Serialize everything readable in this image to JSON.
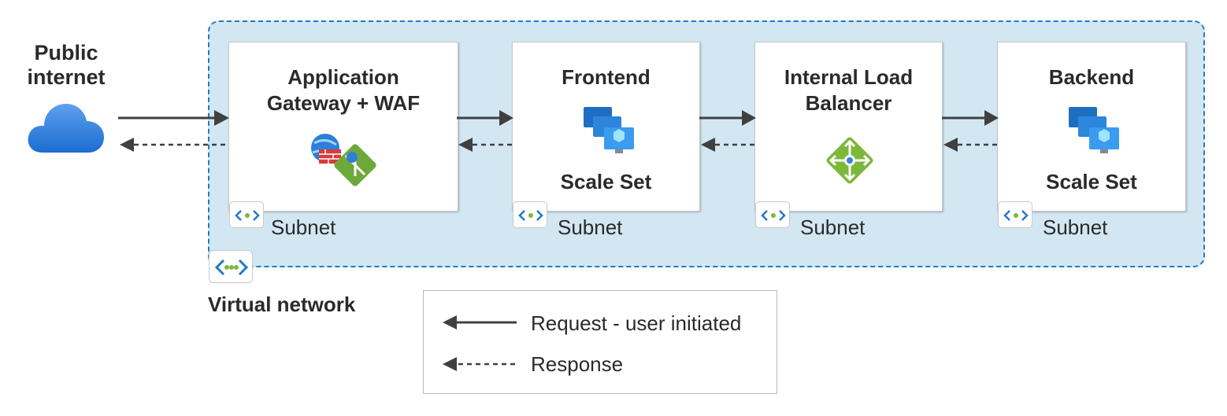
{
  "public": {
    "label": "Public\ninternet",
    "icon": "cloud-icon"
  },
  "vnet": {
    "label": "Virtual network",
    "icon": "virtual-network-icon",
    "fill": "#d3e7f3",
    "border": "#1f7ac8"
  },
  "nodes": [
    {
      "title": "Application\nGateway + WAF",
      "sub": "",
      "subnet": "Subnet",
      "icon": "application-gateway-waf-icon"
    },
    {
      "title": "Frontend",
      "sub": "Scale Set",
      "subnet": "Subnet",
      "icon": "vm-scale-set-icon"
    },
    {
      "title": "Internal Load\nBalancer",
      "sub": "",
      "subnet": "Subnet",
      "icon": "load-balancer-icon"
    },
    {
      "title": "Backend",
      "sub": "Scale Set",
      "subnet": "Subnet",
      "icon": "vm-scale-set-icon"
    }
  ],
  "legend": {
    "request": "Request - user initiated",
    "response": "Response"
  },
  "colors": {
    "arrow": "#404040",
    "azure_blue": "#1f7ac8",
    "lb_green": "#7db83a"
  }
}
